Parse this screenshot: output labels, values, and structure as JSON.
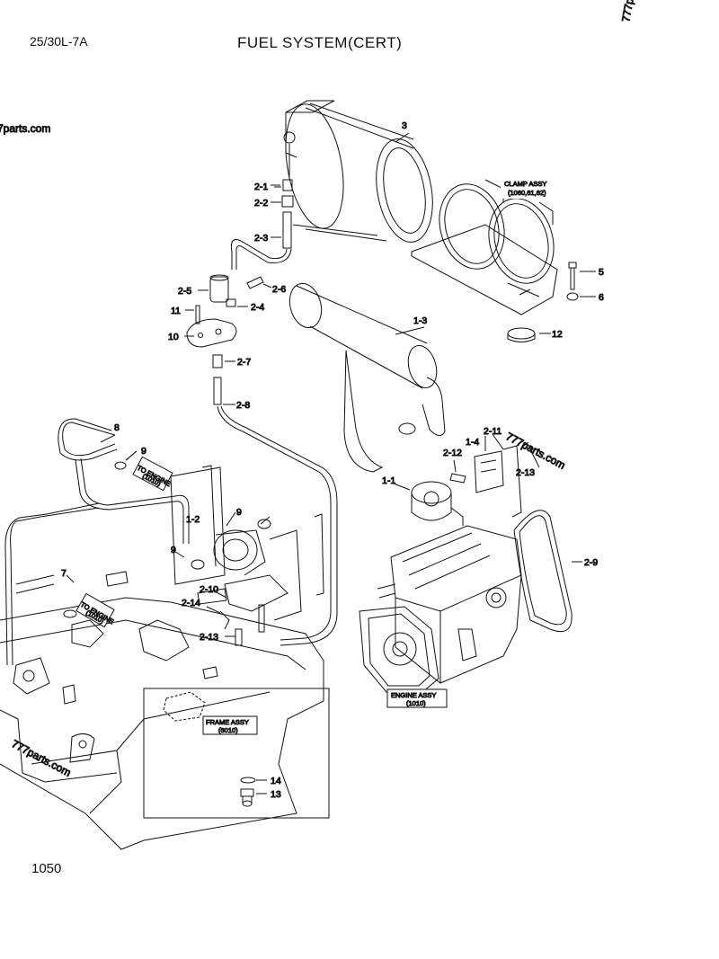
{
  "header": {
    "model": "25/30L-7A",
    "title": "FUEL SYSTEM(CERT)"
  },
  "page_number": "1050",
  "watermarks": [
    "777parts.com",
    "7parts.com",
    "777parts.com",
    "777p"
  ],
  "boxes": {
    "clamp_assy": [
      "CLAMP ASSY",
      "(1060,61,62)"
    ],
    "engine_assy": [
      "ENGINE ASSY",
      "(1010)"
    ],
    "frame_assy": [
      "FRAME ASSY",
      "(6010)"
    ],
    "to_engine_1": [
      "TO ENGINE",
      "(1010)"
    ],
    "to_engine_2": [
      "TO ENGINE",
      "(1010)"
    ]
  },
  "callouts": {
    "c3": "3",
    "c2_1": "2-1",
    "c2_2": "2-2",
    "c2_3": "2-3",
    "c5": "5",
    "c6": "6",
    "c12": "12",
    "c2_5": "2-5",
    "c2_6": "2-6",
    "c2_4": "2-4",
    "c11": "11",
    "c10": "10",
    "c1_3": "1-3",
    "c2_7": "2-7",
    "c2_8": "2-8",
    "c8": "8",
    "c9a": "9",
    "c9b": "9",
    "c9c": "9",
    "c2_11": "2-11",
    "c1_4": "1-4",
    "c2_12": "2-12",
    "c2_13a": "2-13",
    "c1_1": "1-1",
    "c1_2": "1-2",
    "c7": "7",
    "c2_9": "2-9",
    "c2_10": "2-10",
    "c2_14": "2-14",
    "c2_13b": "2-13",
    "c14": "14",
    "c13": "13"
  }
}
